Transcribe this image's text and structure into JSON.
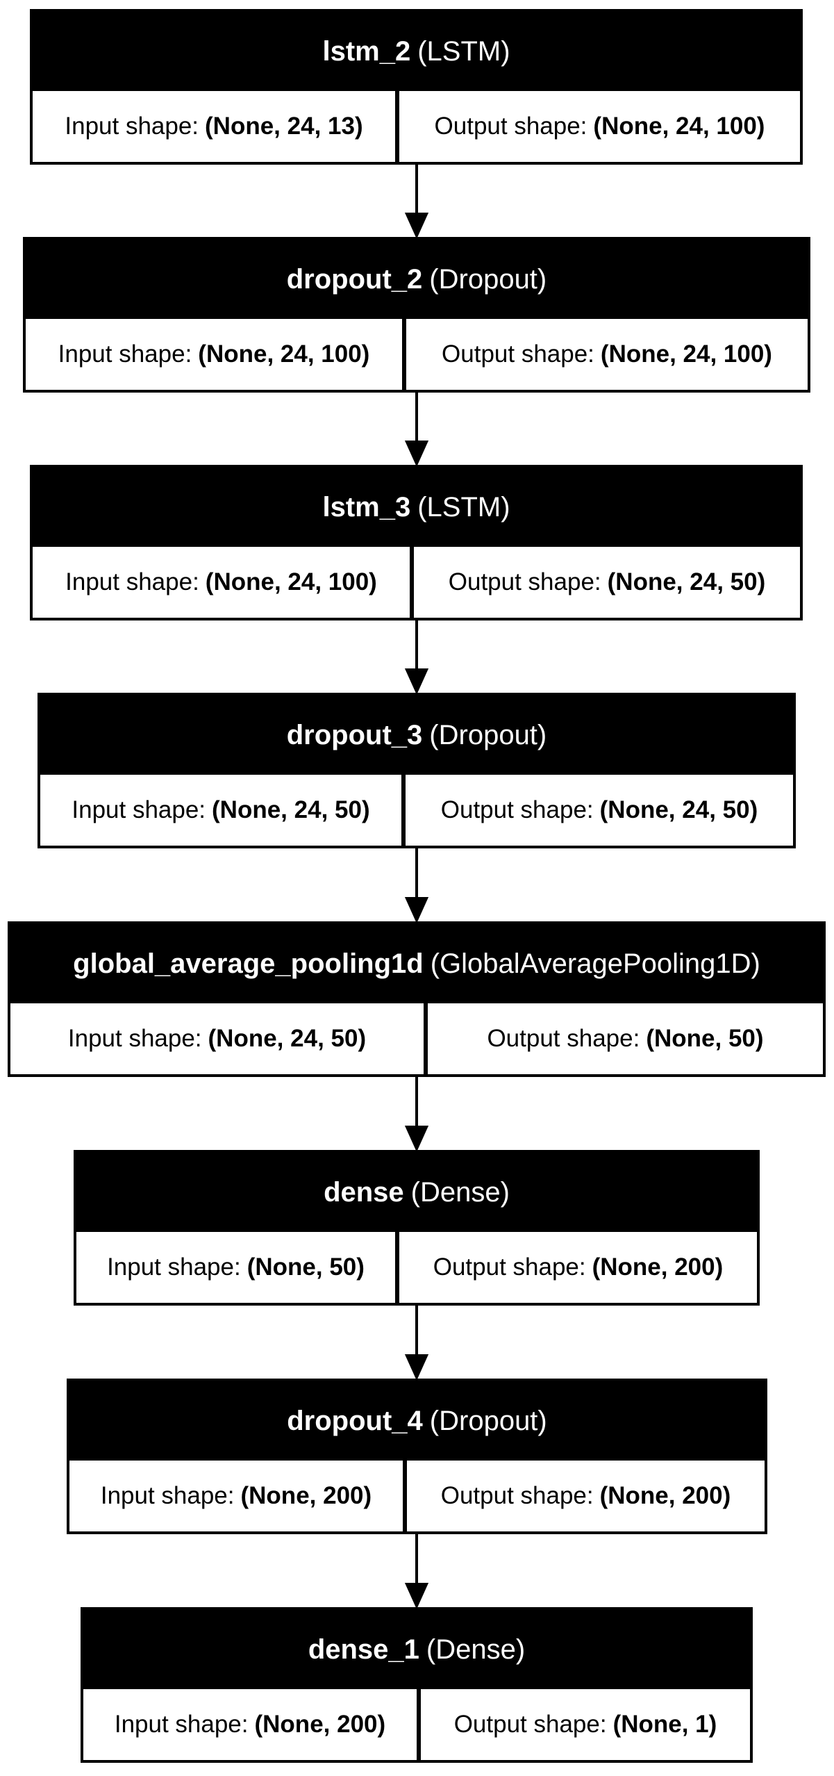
{
  "layers": [
    {
      "name": "lstm_2",
      "type": "(LSTM)",
      "input_label": "Input shape:",
      "input_shape": "(None, 24, 13)",
      "output_label": "Output shape:",
      "output_shape": "(None, 24, 100)"
    },
    {
      "name": "dropout_2",
      "type": "(Dropout)",
      "input_label": "Input shape:",
      "input_shape": "(None, 24, 100)",
      "output_label": "Output shape:",
      "output_shape": "(None, 24, 100)"
    },
    {
      "name": "lstm_3",
      "type": "(LSTM)",
      "input_label": "Input shape:",
      "input_shape": "(None, 24, 100)",
      "output_label": "Output shape:",
      "output_shape": "(None, 24, 50)"
    },
    {
      "name": "dropout_3",
      "type": "(Dropout)",
      "input_label": "Input shape:",
      "input_shape": "(None, 24, 50)",
      "output_label": "Output shape:",
      "output_shape": "(None, 24, 50)"
    },
    {
      "name": "global_average_pooling1d",
      "type": "(GlobalAveragePooling1D)",
      "input_label": "Input shape:",
      "input_shape": "(None, 24, 50)",
      "output_label": "Output shape:",
      "output_shape": "(None, 50)"
    },
    {
      "name": "dense",
      "type": "(Dense)",
      "input_label": "Input shape:",
      "input_shape": "(None, 50)",
      "output_label": "Output shape:",
      "output_shape": "(None, 200)"
    },
    {
      "name": "dropout_4",
      "type": "(Dropout)",
      "input_label": "Input shape:",
      "input_shape": "(None, 200)",
      "output_label": "Output shape:",
      "output_shape": "(None, 200)"
    },
    {
      "name": "dense_1",
      "type": "(Dense)",
      "input_label": "Input shape:",
      "input_shape": "(None, 200)",
      "output_label": "Output shape:",
      "output_shape": "(None, 1)"
    }
  ]
}
